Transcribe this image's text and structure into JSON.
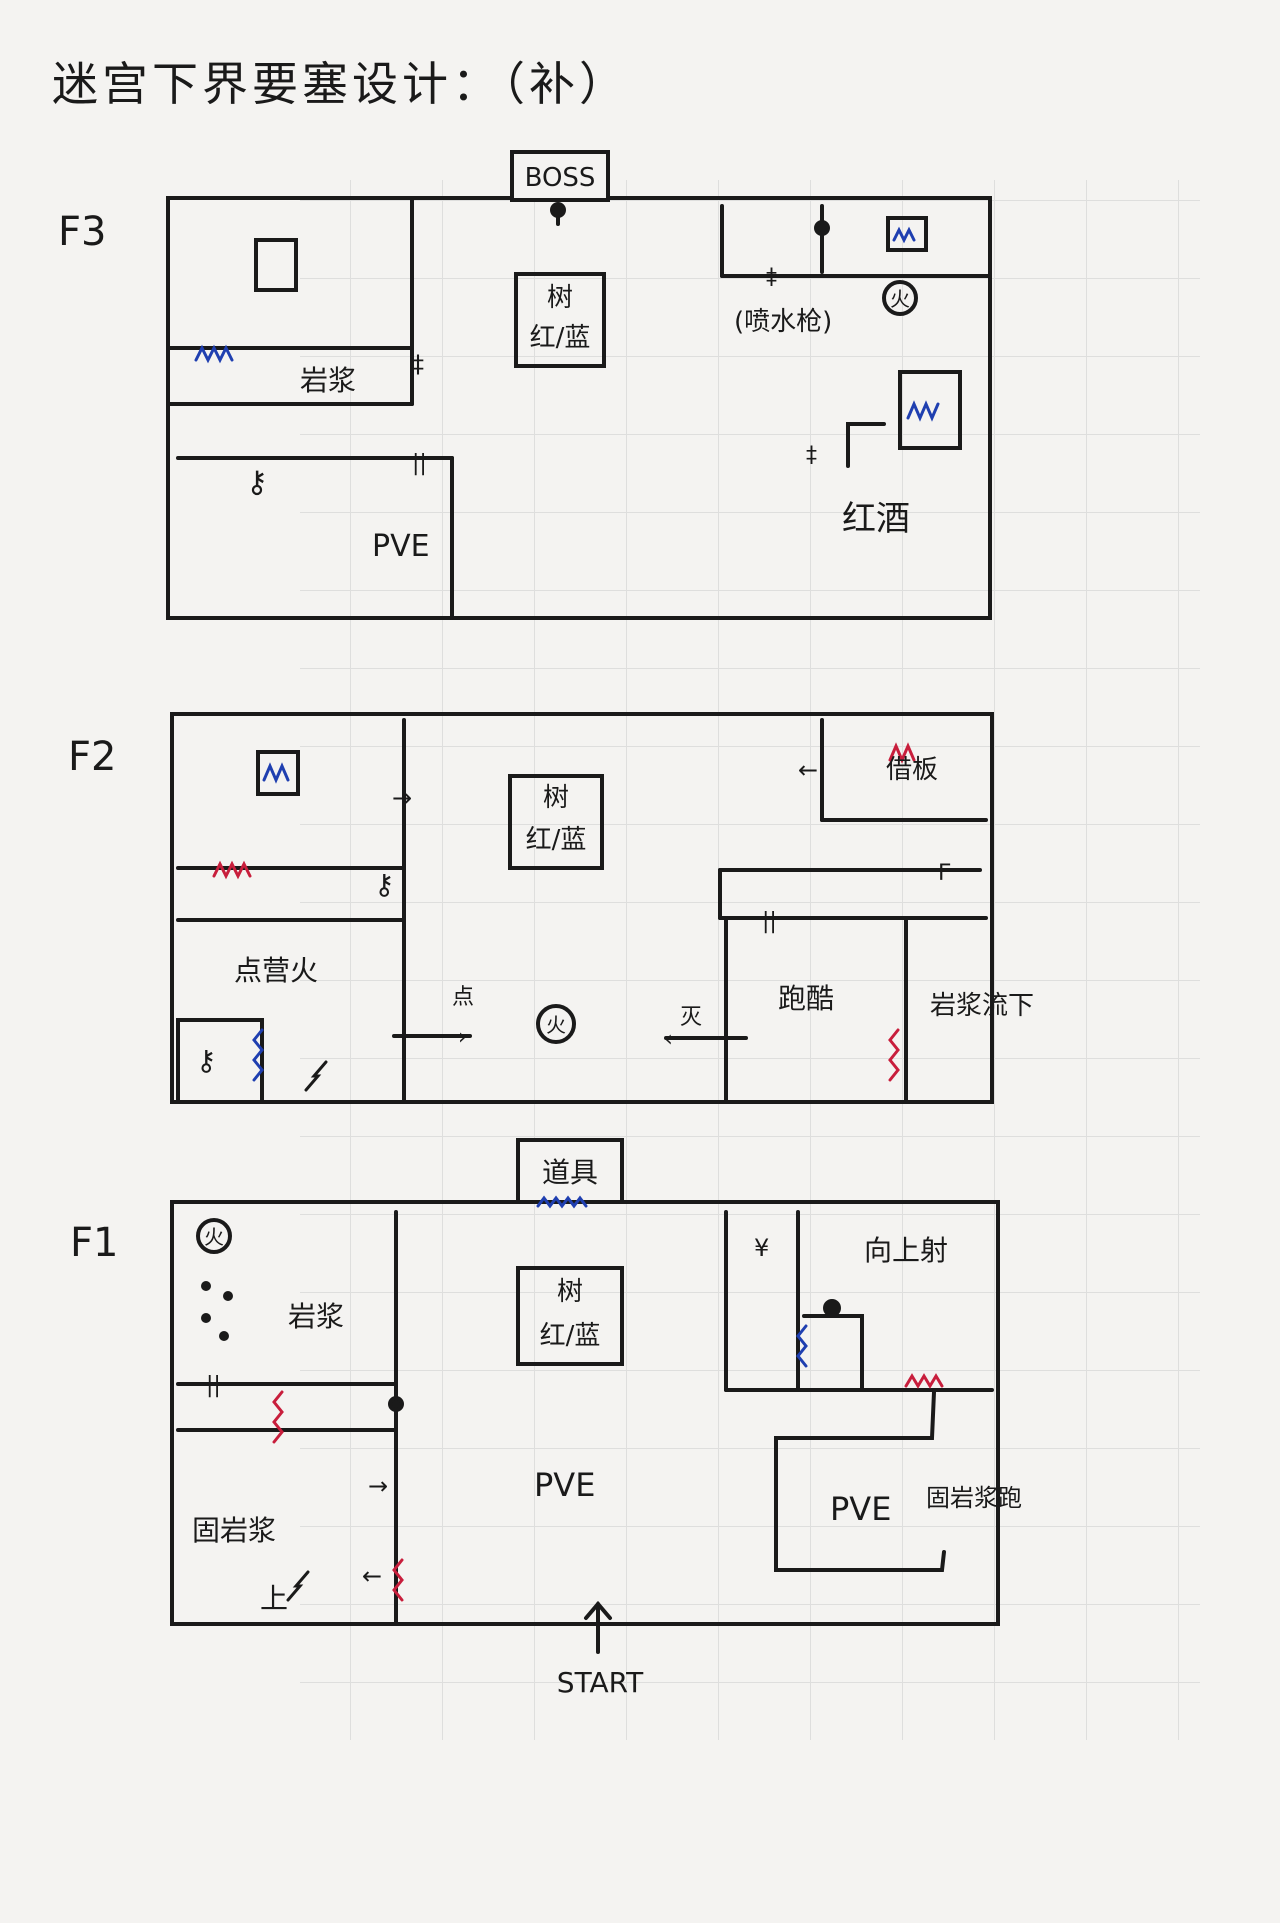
{
  "title": "迷宫下界要塞设计：（补）",
  "floors": {
    "f3": {
      "label": "F3",
      "boss": "BOSS",
      "tree": [
        "树",
        "红/蓝"
      ],
      "lava": "岩浆",
      "water_gun": "(喷水枪)",
      "red_wine": "红酒",
      "pve": "PVE",
      "fire": "火"
    },
    "f2": {
      "label": "F2",
      "tree": [
        "树",
        "红/蓝"
      ],
      "light_fire": "点营火",
      "point": "点",
      "extinguish": "灭",
      "parkour": "跑酷",
      "lava_flow": "岩浆流下",
      "borrow": "借板",
      "fire": "火"
    },
    "f1": {
      "label": "F1",
      "props": "道具",
      "tree": [
        "树",
        "红/蓝"
      ],
      "lava": "岩浆",
      "pve_center": "PVE",
      "pve_room": "PVE",
      "up_shoot": "向上射",
      "solid_lava": "固岩浆",
      "solid_lava_jump": "固岩浆跑",
      "up": "上",
      "start": "START",
      "fire": "火"
    }
  },
  "colors": {
    "ink": "#1a1a1a",
    "red": "#c81e3c",
    "blue": "#1f3fb0",
    "paper": "#f4f3f1",
    "grid": "#c9c9c9"
  }
}
